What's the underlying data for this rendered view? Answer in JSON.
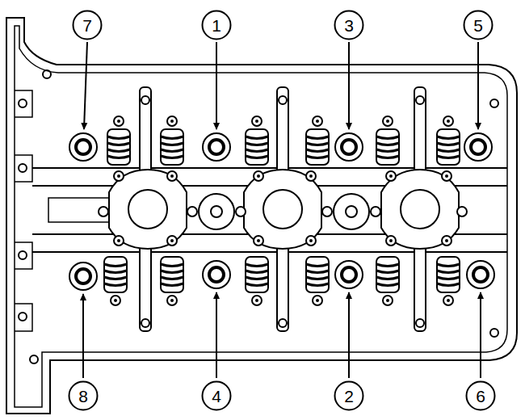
{
  "diagram": {
    "nodes": [
      {
        "text": [
          "7"
        ]
      },
      {
        "text": [
          "1"
        ]
      },
      {
        "text": [
          "3"
        ]
      },
      {
        "text": [
          "5"
        ]
      },
      {
        "text": [
          "8"
        ]
      },
      {
        "text": [
          "4"
        ]
      },
      {
        "text": [
          "2"
        ]
      },
      {
        "text": [
          "6"
        ]
      }
    ]
  }
}
